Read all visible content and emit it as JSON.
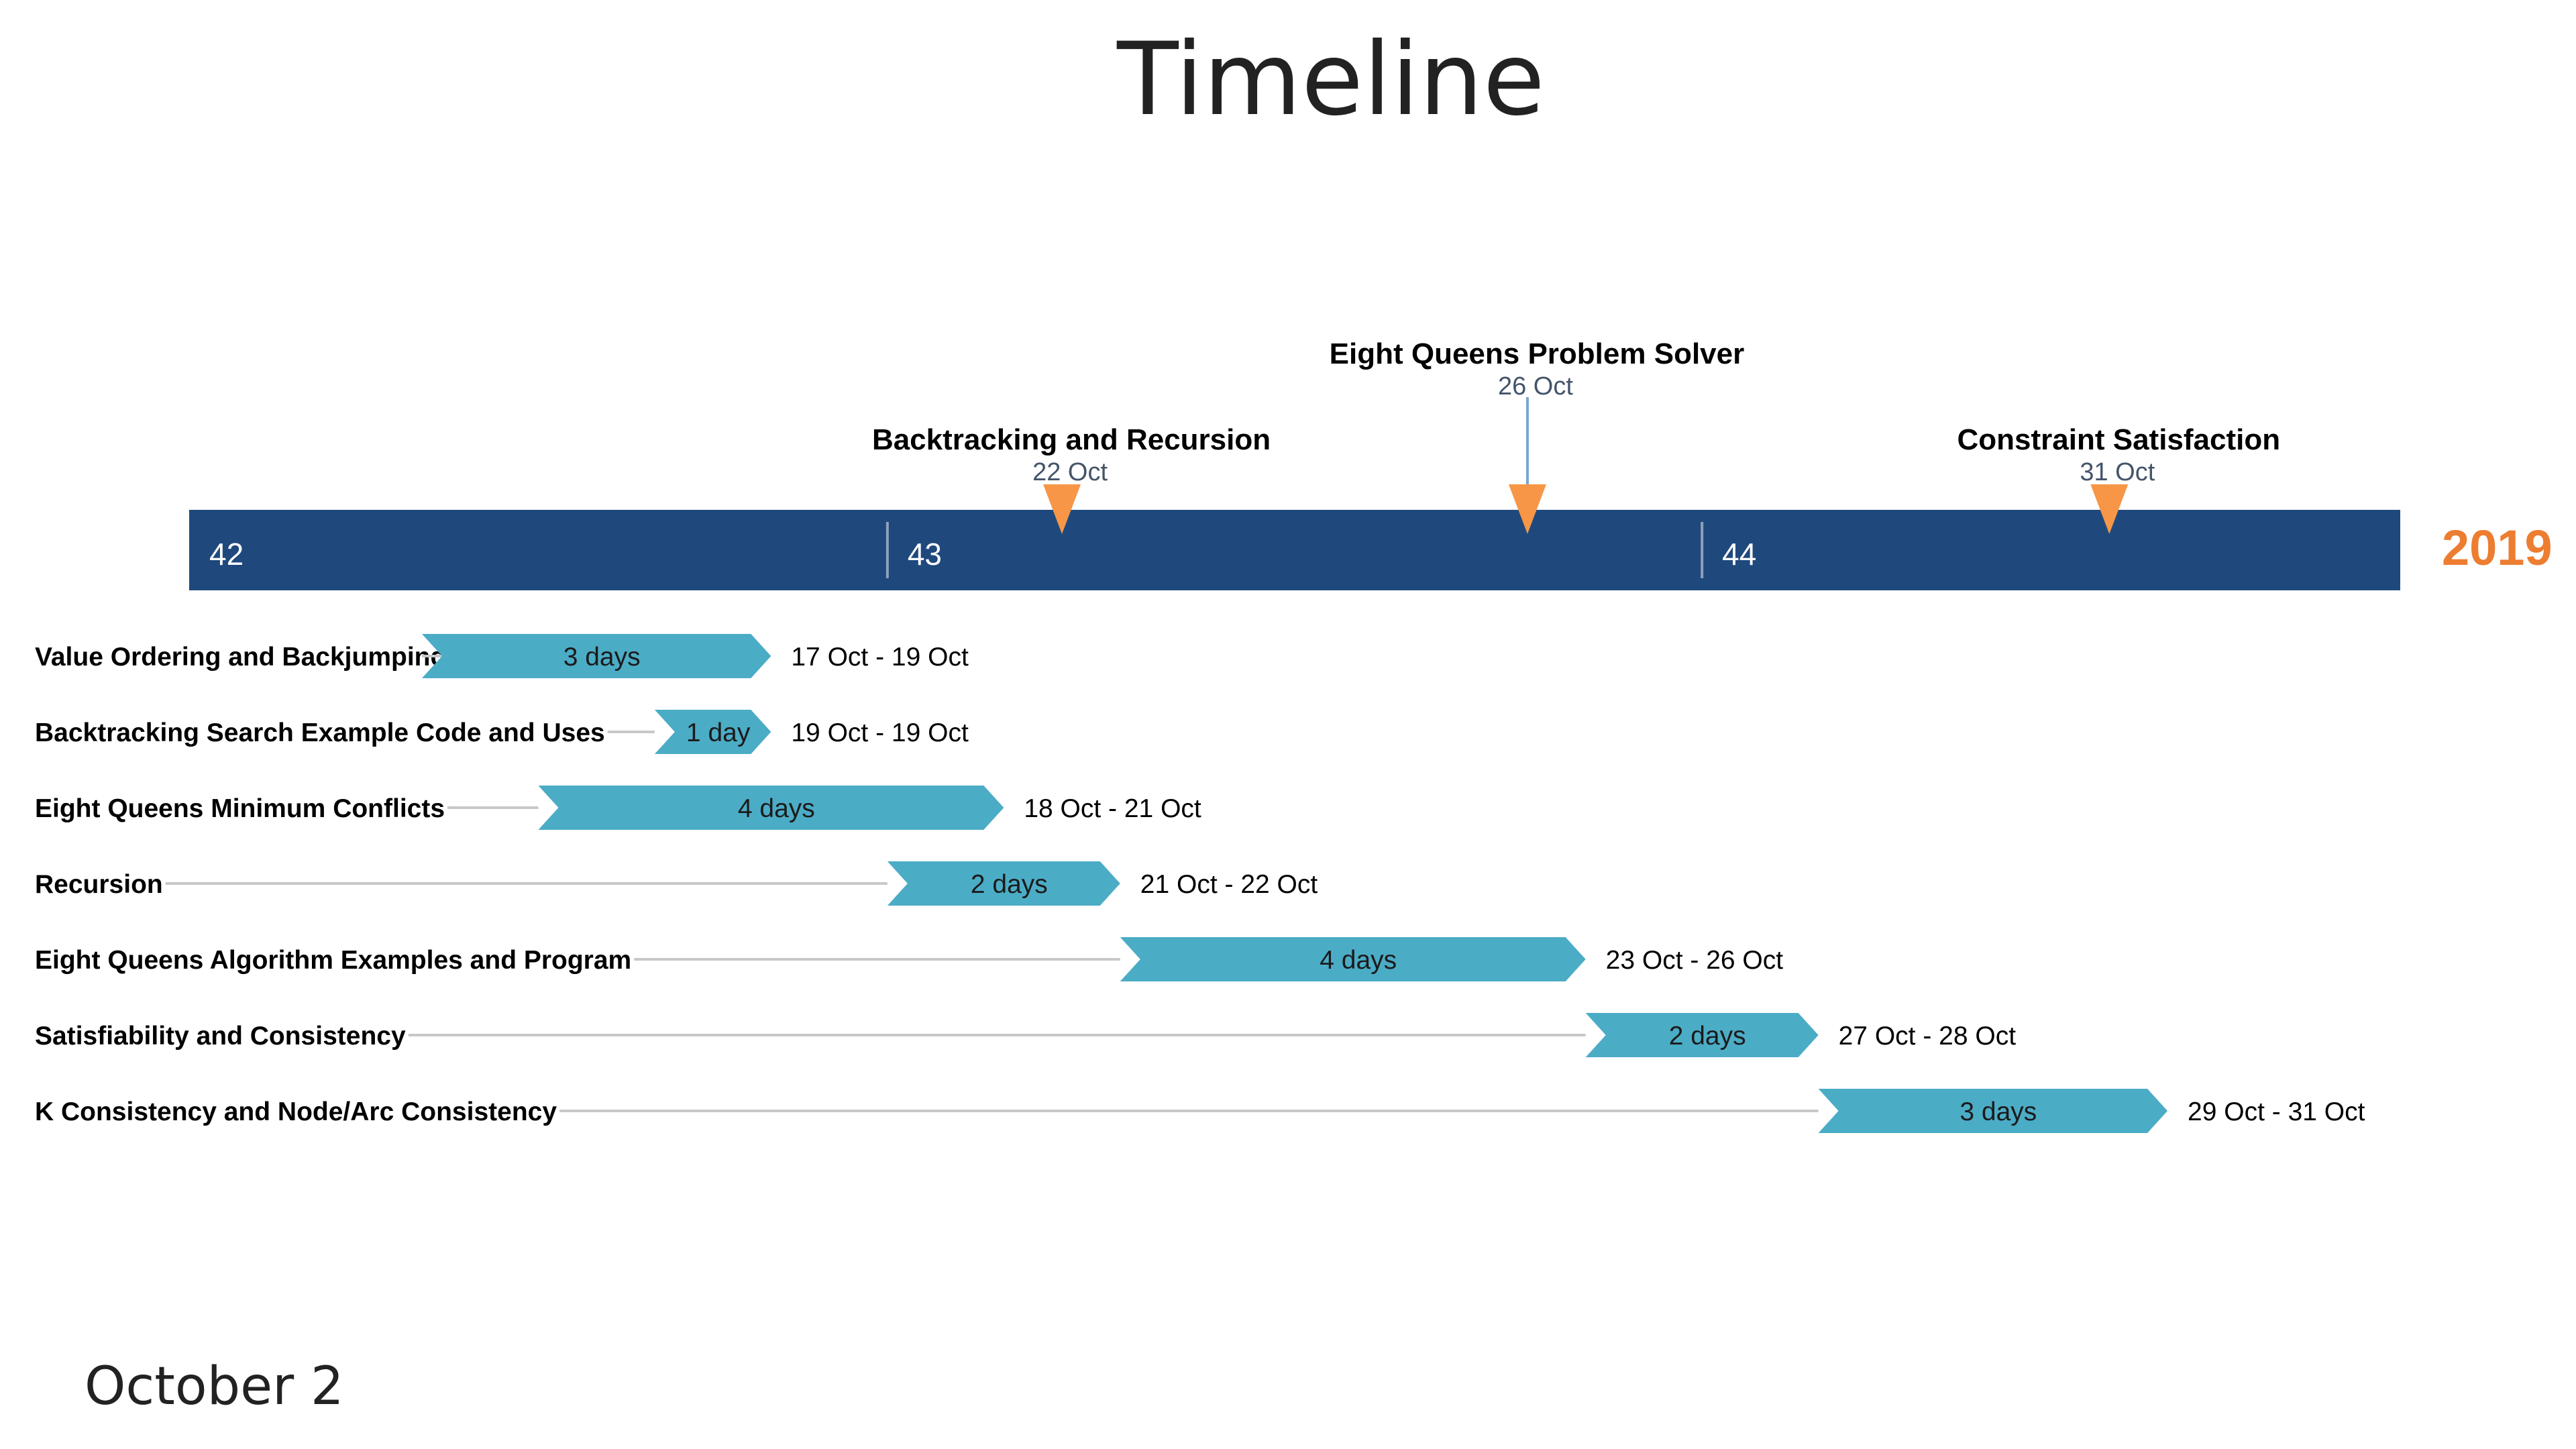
{
  "title": "Timeline",
  "footer_date": "October 2",
  "year": "2019",
  "colors": {
    "axis": "#1f497d",
    "task": "#4bacc6",
    "milestone": "#f79646",
    "year": "#ed7d31",
    "milestone_date": "#44546a",
    "leader": "#c8c8c8",
    "text": "#000000",
    "week_text": "#ffffff",
    "week_divider": "#8ea1bd"
  },
  "axis": {
    "start": "2019-10-15",
    "end": "2019-11-03",
    "weeks": [
      {
        "label": "42",
        "start": "2019-10-15"
      },
      {
        "label": "43",
        "start": "2019-10-21"
      },
      {
        "label": "44",
        "start": "2019-10-28"
      }
    ]
  },
  "milestones": [
    {
      "label": "Backtracking and Recursion",
      "date_label": "22 Oct",
      "date": "2019-10-22",
      "level": 0
    },
    {
      "label": "Eight Queens Problem Solver",
      "date_label": "26 Oct",
      "date": "2019-10-26",
      "level": 1
    },
    {
      "label": "Constraint Satisfaction",
      "date_label": "31 Oct",
      "date": "2019-10-31",
      "level": 0
    }
  ],
  "tasks": [
    {
      "label": "Value Ordering and Backjumping",
      "duration": "3 days",
      "range": "17 Oct - 19 Oct",
      "start": "2019-10-17",
      "end": "2019-10-19"
    },
    {
      "label": "Backtracking Search Example Code and Uses",
      "duration": "1 day",
      "range": "19 Oct - 19 Oct",
      "start": "2019-10-19",
      "end": "2019-10-19"
    },
    {
      "label": "Eight Queens Minimum Conflicts",
      "duration": "4 days",
      "range": "18 Oct - 21 Oct",
      "start": "2019-10-18",
      "end": "2019-10-21"
    },
    {
      "label": "Recursion",
      "duration": "2 days",
      "range": "21 Oct - 22 Oct",
      "start": "2019-10-21",
      "end": "2019-10-22"
    },
    {
      "label": "Eight Queens Algorithm Examples and Program",
      "duration": "4 days",
      "range": "23 Oct - 26 Oct",
      "start": "2019-10-23",
      "end": "2019-10-26"
    },
    {
      "label": "Satisfiability and Consistency",
      "duration": "2 days",
      "range": "27 Oct - 28 Oct",
      "start": "2019-10-27",
      "end": "2019-10-28"
    },
    {
      "label": "K Consistency and Node/Arc Consistency",
      "duration": "3 days",
      "range": "29 Oct - 31 Oct",
      "start": "2019-10-29",
      "end": "2019-10-31"
    }
  ]
}
